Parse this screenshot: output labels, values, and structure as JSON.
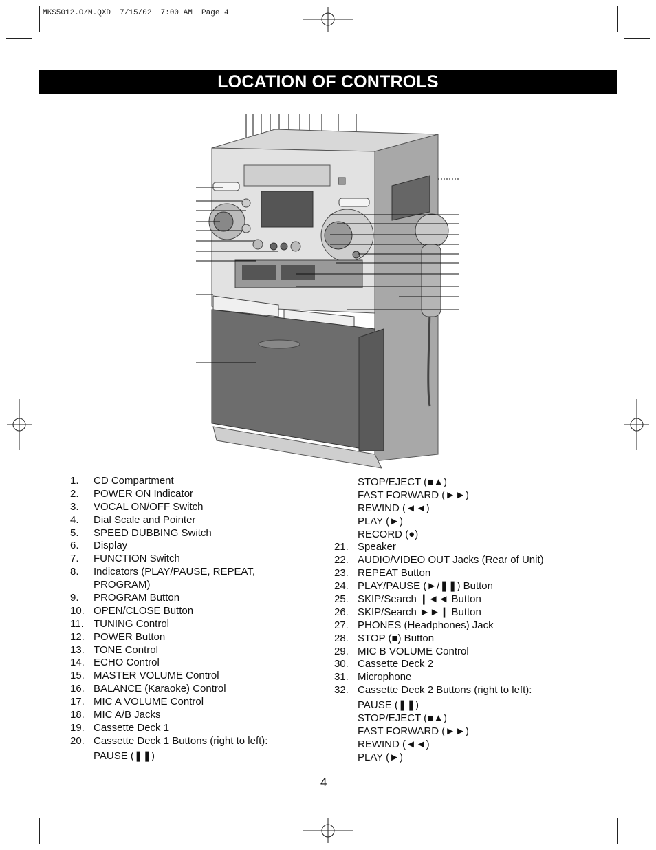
{
  "slug": "MKS5012.O/M.QXD  7/15/02  7:00 AM  Page 4",
  "title": "LOCATION OF CONTROLS",
  "left_list": [
    {
      "num": "1.",
      "text": "CD Compartment"
    },
    {
      "num": "2.",
      "text": "POWER ON Indicator"
    },
    {
      "num": "3.",
      "text": "VOCAL ON/OFF Switch"
    },
    {
      "num": "4.",
      "text": "Dial Scale and Pointer"
    },
    {
      "num": "5.",
      "text": "SPEED DUBBING Switch"
    },
    {
      "num": "6.",
      "text": "Display"
    },
    {
      "num": "7.",
      "text": "FUNCTION Switch"
    },
    {
      "num": "8.",
      "text": "Indicators (PLAY/PAUSE, REPEAT,"
    },
    {
      "num": "",
      "text": "PROGRAM)"
    },
    {
      "num": "9.",
      "text": "PROGRAM Button"
    },
    {
      "num": "10.",
      "text": "OPEN/CLOSE Button"
    },
    {
      "num": "11.",
      "text": "TUNING Control"
    },
    {
      "num": "12.",
      "text": "POWER Button"
    },
    {
      "num": "13.",
      "text": "TONE Control"
    },
    {
      "num": "14.",
      "text": "ECHO Control"
    },
    {
      "num": "15.",
      "text": "MASTER VOLUME Control"
    },
    {
      "num": "16.",
      "text": "BALANCE (Karaoke) Control"
    },
    {
      "num": "17.",
      "text": "MIC A VOLUME Control"
    },
    {
      "num": "18.",
      "text": "MIC A/B Jacks"
    },
    {
      "num": "19.",
      "text": "Cassette Deck 1"
    },
    {
      "num": "20.",
      "text": "Cassette Deck 1 Buttons (right to left):"
    }
  ],
  "left_subs": [
    "PAUSE (❚❚)"
  ],
  "right_top_subs": [
    "STOP/EJECT (■▲)",
    "FAST FORWARD (►►)",
    "REWIND (◄◄)",
    "PLAY (►)",
    "RECORD (●)"
  ],
  "right_list": [
    {
      "num": "21.",
      "text": "Speaker"
    },
    {
      "num": "22.",
      "text": "AUDIO/VIDEO OUT Jacks (Rear of Unit)"
    },
    {
      "num": "23.",
      "text": "REPEAT Button"
    },
    {
      "num": "24.",
      "text": "PLAY/PAUSE (►/❚❚) Button"
    },
    {
      "num": "25.",
      "text": "SKIP/Search ❙◄◄ Button"
    },
    {
      "num": "26.",
      "text": "SKIP/Search ►►❙ Button"
    },
    {
      "num": "27.",
      "text": "PHONES (Headphones) Jack"
    },
    {
      "num": "28.",
      "text": "STOP (■) Button"
    },
    {
      "num": "29.",
      "text": "MIC B VOLUME Control"
    },
    {
      "num": "30.",
      "text": "Cassette Deck 2"
    },
    {
      "num": "31.",
      "text": "Microphone"
    },
    {
      "num": "32.",
      "text": "Cassette Deck 2 Buttons (right to left):"
    }
  ],
  "right_bottom_subs": [
    "PAUSE (❚❚)",
    "STOP/EJECT (■▲)",
    "FAST FORWARD (►►)",
    "REWIND (◄◄)",
    "PLAY (►)"
  ],
  "page_number": "4"
}
